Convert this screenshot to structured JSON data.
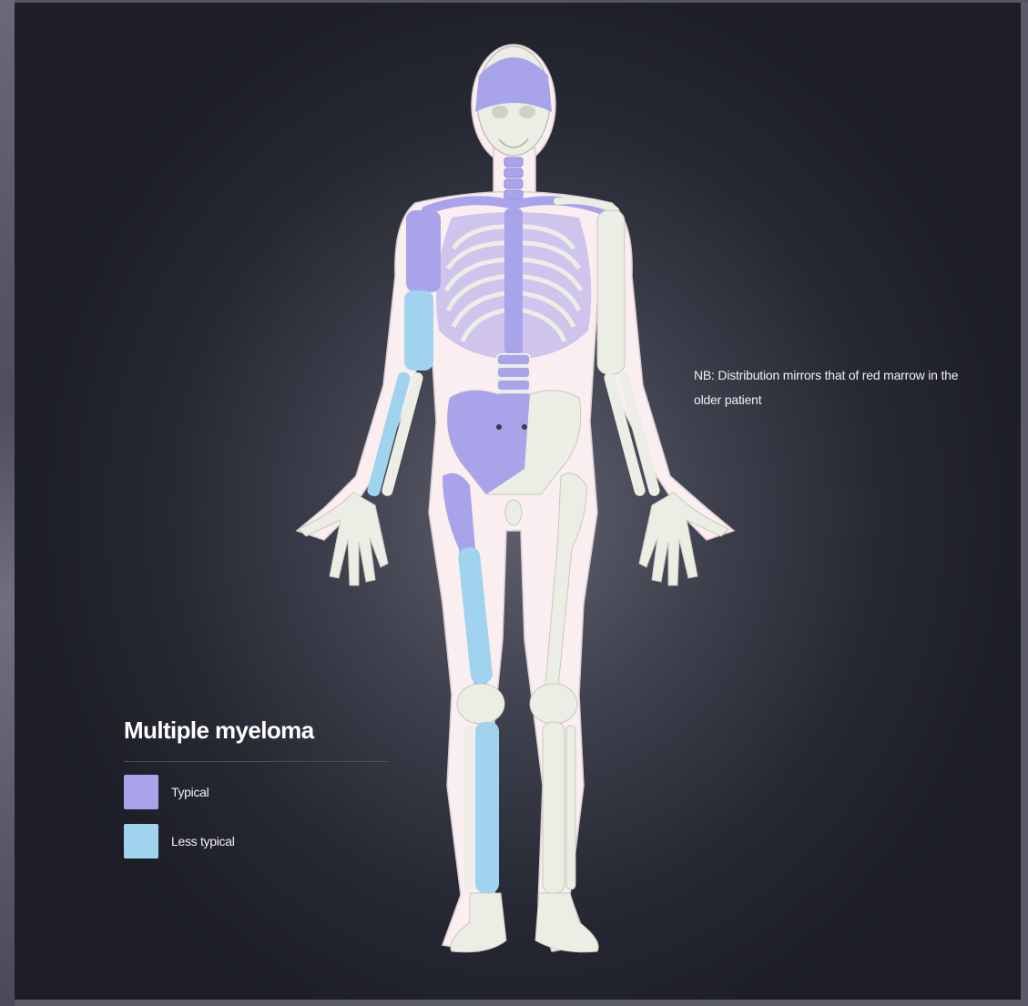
{
  "title": "Multiple myeloma",
  "note": "NB: Distribution mirrors that of red marrow in the older patient",
  "legend": [
    {
      "label": "Typical",
      "color": "#a9a3ea"
    },
    {
      "label": "Less typical",
      "color": "#9fd3ee"
    }
  ],
  "colors": {
    "body_outline": "#fbeef0",
    "bone": "#eceee6",
    "typical": "#a9a3ea",
    "less_typical": "#9fd3ee"
  }
}
